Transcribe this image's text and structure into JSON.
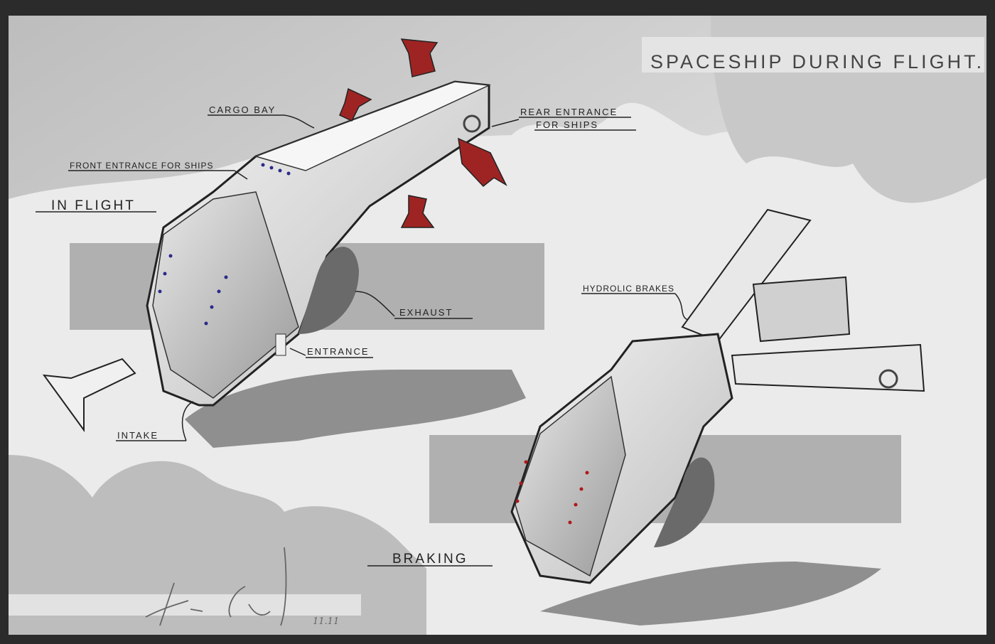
{
  "title": "SPACESHIP DURING FLIGHT.",
  "labels": {
    "cargo_bay": "CARGO BAY",
    "rear_entrance_1": "REAR ENTRANCE",
    "rear_entrance_2": "FOR SHIPS",
    "front_entrance": "FRONT ENTRANCE FOR SHIPS",
    "in_flight": "IN FLIGHT",
    "exhaust": "EXHAUST",
    "entrance": "ENTRANCE",
    "intake": "INTAKE",
    "hydrolic_brakes": "HYDROLIC BRAKES",
    "braking": "BRAKING"
  },
  "signature": {
    "date": "11.11"
  },
  "colors": {
    "frame": "#2b2b2b",
    "arrow_red": "#9e2424",
    "light_blue": "#2a2a8a",
    "light_red": "#b01818"
  }
}
